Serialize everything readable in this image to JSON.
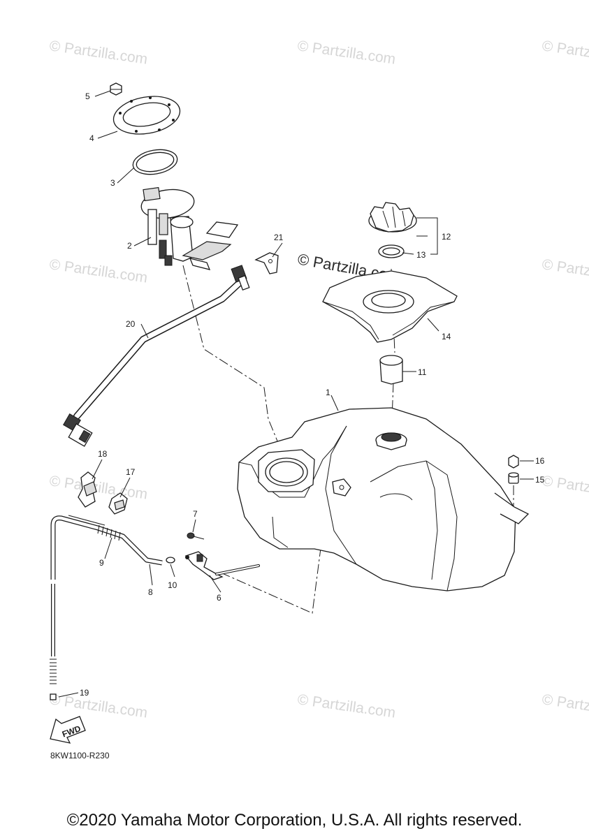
{
  "watermark": {
    "small_text": "© Partzilla.com",
    "main_text": "© Partzilla.com"
  },
  "callouts": [
    "1",
    "2",
    "3",
    "4",
    "5",
    "6",
    "7",
    "8",
    "9",
    "10",
    "11",
    "12",
    "13",
    "14",
    "15",
    "16",
    "17",
    "18",
    "19",
    "20",
    "21"
  ],
  "fwd_label": "FWD",
  "diagram_code": "8KW1100-R230",
  "copyright": "©2020 Yamaha Motor Corporation, U.S.A. All rights reserved."
}
